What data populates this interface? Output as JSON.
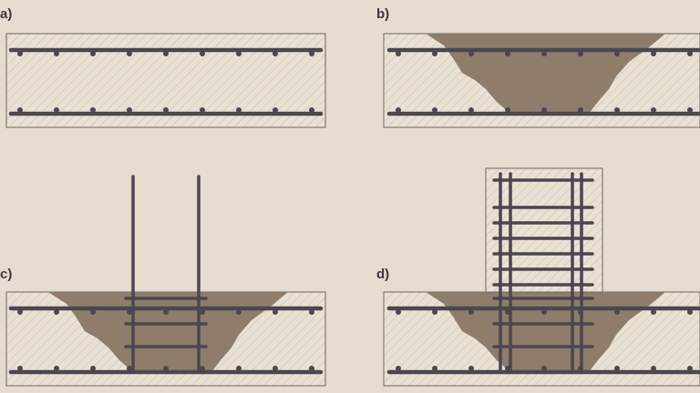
{
  "panels": [
    {
      "id": "a",
      "label": "a)"
    },
    {
      "id": "b",
      "label": "b)"
    },
    {
      "id": "c",
      "label": "c)"
    },
    {
      "id": "d",
      "label": "d)"
    }
  ],
  "colors": {
    "background": "#e6dccf",
    "concrete": "#e9e1d4",
    "hatch": "#d8cebf",
    "outline": "#6e6862",
    "rebar": "#4b4650",
    "repair_cavity": "#8f7d6b"
  }
}
